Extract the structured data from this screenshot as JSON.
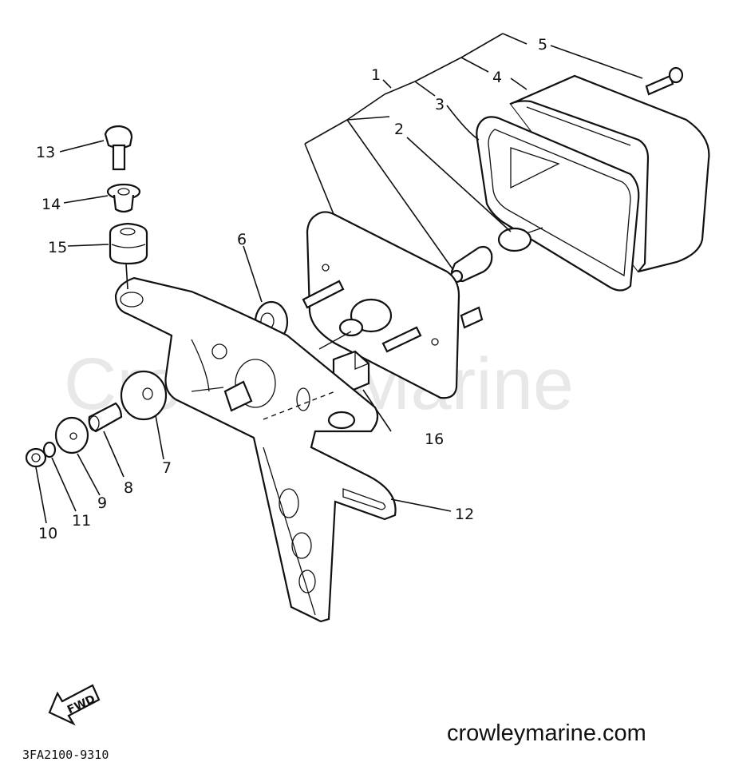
{
  "watermark": "Crowley Marine",
  "website": "crowleymarine.com",
  "diagram_code": "3FA2100-9310",
  "fwd_label": "FWD",
  "callouts": [
    "1",
    "2",
    "3",
    "4",
    "5",
    "6",
    "7",
    "8",
    "9",
    "10",
    "11",
    "12",
    "13",
    "14",
    "15",
    "16"
  ]
}
